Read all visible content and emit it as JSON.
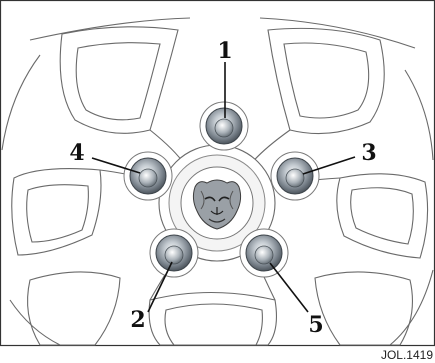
{
  "diagram": {
    "subject": "alloy wheel lug nut tightening sequence",
    "callouts": [
      {
        "label": "1",
        "nut": "top"
      },
      {
        "label": "2",
        "nut": "lower-left"
      },
      {
        "label": "3",
        "nut": "right"
      },
      {
        "label": "4",
        "nut": "left"
      },
      {
        "label": "5",
        "nut": "lower-right"
      }
    ],
    "reference_code": "JOL.1419",
    "colors": {
      "outline": "#555555",
      "frame": "#333333",
      "nut_dark": "#5d6670",
      "nut_light": "#e8ecef",
      "hub_fill": "#f4f4f4"
    },
    "icons": {
      "emblem": "leaping-cat-face-emblem"
    }
  }
}
